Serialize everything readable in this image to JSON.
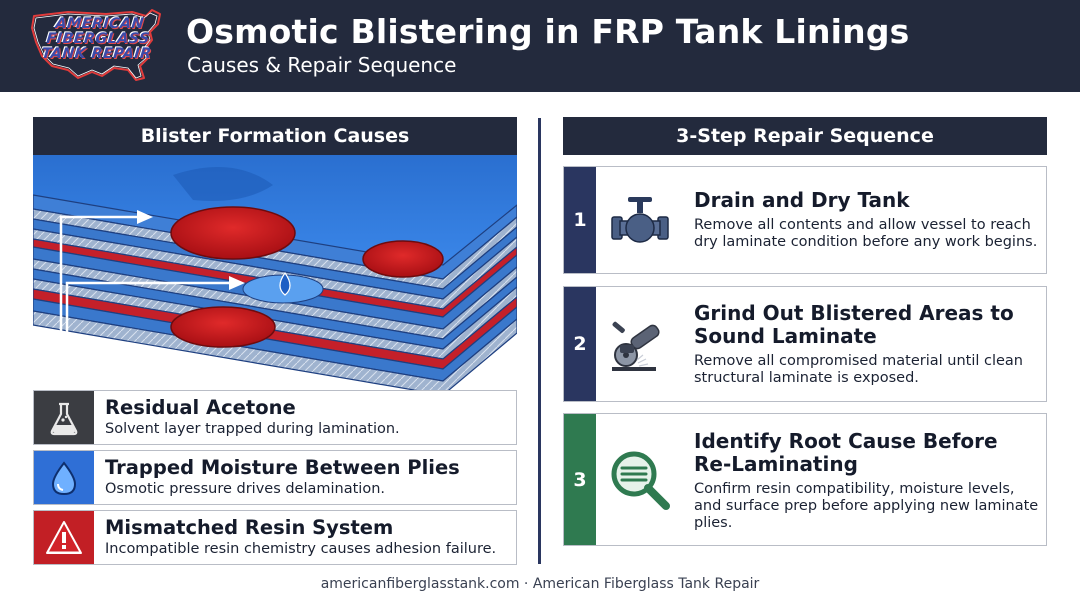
{
  "header": {
    "logo_lines": [
      "AMERICAN",
      "FIBERGLASS",
      "TANK REPAIR"
    ],
    "title": "Osmotic Blistering in FRP Tank Linings",
    "subtitle": "Causes & Repair Sequence"
  },
  "left": {
    "heading": "Blister Formation Causes",
    "causes": [
      {
        "title": "Residual Acetone",
        "desc": "Solvent layer trapped during lamination.",
        "icon": "beaker-icon",
        "color": "#3b3d42"
      },
      {
        "title": "Trapped Moisture Between Plies",
        "desc": "Osmotic pressure drives delamination.",
        "icon": "water-drop-icon",
        "color": "#2f6fd6"
      },
      {
        "title": "Mismatched Resin System",
        "desc": "Incompatible resin chemistry causes adhesion failure.",
        "icon": "warning-icon",
        "color": "#c21f25"
      }
    ]
  },
  "right": {
    "heading": "3-Step Repair Sequence",
    "steps": [
      {
        "num": "1",
        "title": "Drain and Dry Tank",
        "desc": "Remove all contents and allow vessel to reach dry laminate condition before any work begins.",
        "icon": "valve-icon",
        "color": "#2a3660"
      },
      {
        "num": "2",
        "title": "Grind Out Blistered Areas to Sound Laminate",
        "desc": "Remove all compromised material until clean structural laminate is exposed.",
        "icon": "angle-grinder-icon",
        "color": "#2a3660"
      },
      {
        "num": "3",
        "title": "Identify Root Cause Before Re-Laminating",
        "desc": "Confirm resin compatibility, moisture levels, and surface prep before applying new laminate plies.",
        "icon": "magnifier-icon",
        "color": "#2f7a50"
      }
    ]
  },
  "footer": "americanfiberglasstank.com · American Fiberglass Tank Repair"
}
